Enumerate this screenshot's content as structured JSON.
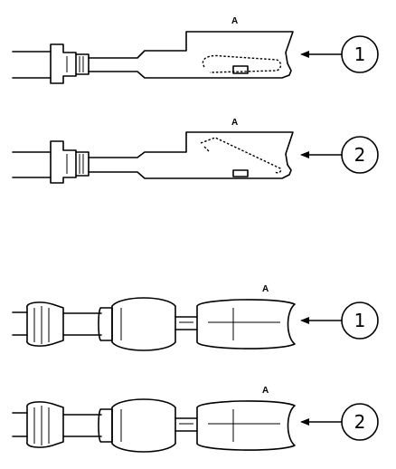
{
  "views": [
    {
      "id": "side-1",
      "callout": "1",
      "mark": "A"
    },
    {
      "id": "side-2",
      "callout": "2",
      "mark": "A"
    },
    {
      "id": "top-1",
      "callout": "1",
      "mark": "A"
    },
    {
      "id": "top-2",
      "callout": "2",
      "mark": "A"
    }
  ],
  "colors": {
    "line": "#000000",
    "background": "#ffffff"
  }
}
